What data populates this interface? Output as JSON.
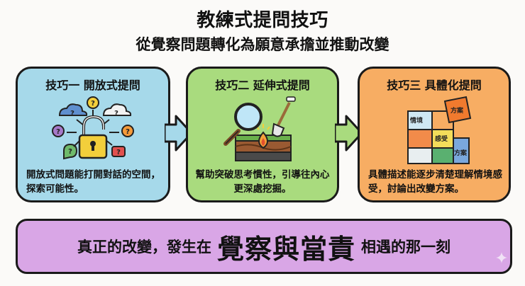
{
  "header": {
    "title": "教練式提問技巧",
    "subtitle": "從覺察問題轉化為願意承擔並推動改變"
  },
  "cards": [
    {
      "title": "技巧一 開放式提問",
      "icon": "open-lock-with-questions-icon",
      "description": "開放式問題能打開對話的空間，探索可能性。",
      "color": "#a6d9ea"
    },
    {
      "title": "技巧二 延伸式提問",
      "icon": "magnifier-shovel-dig-icon",
      "description": "幫助突破思考慣性，引導往內心更深處挖掘。",
      "color": "#a9db7e"
    },
    {
      "title": "技巧三 具體化提問",
      "icon": "puzzle-pieces-icon",
      "description": "具體描述能逐步清楚理解情境感受，討論出改變方案。",
      "color": "#f7ad63",
      "puzzle_labels": [
        "情境",
        "感受",
        "方案",
        "方案"
      ]
    }
  ],
  "banner": {
    "prefix": "真正的改變，發生在",
    "emphasis": "覺察與當責",
    "suffix": "相遇的那一刻",
    "color": "#d9a6e6"
  }
}
